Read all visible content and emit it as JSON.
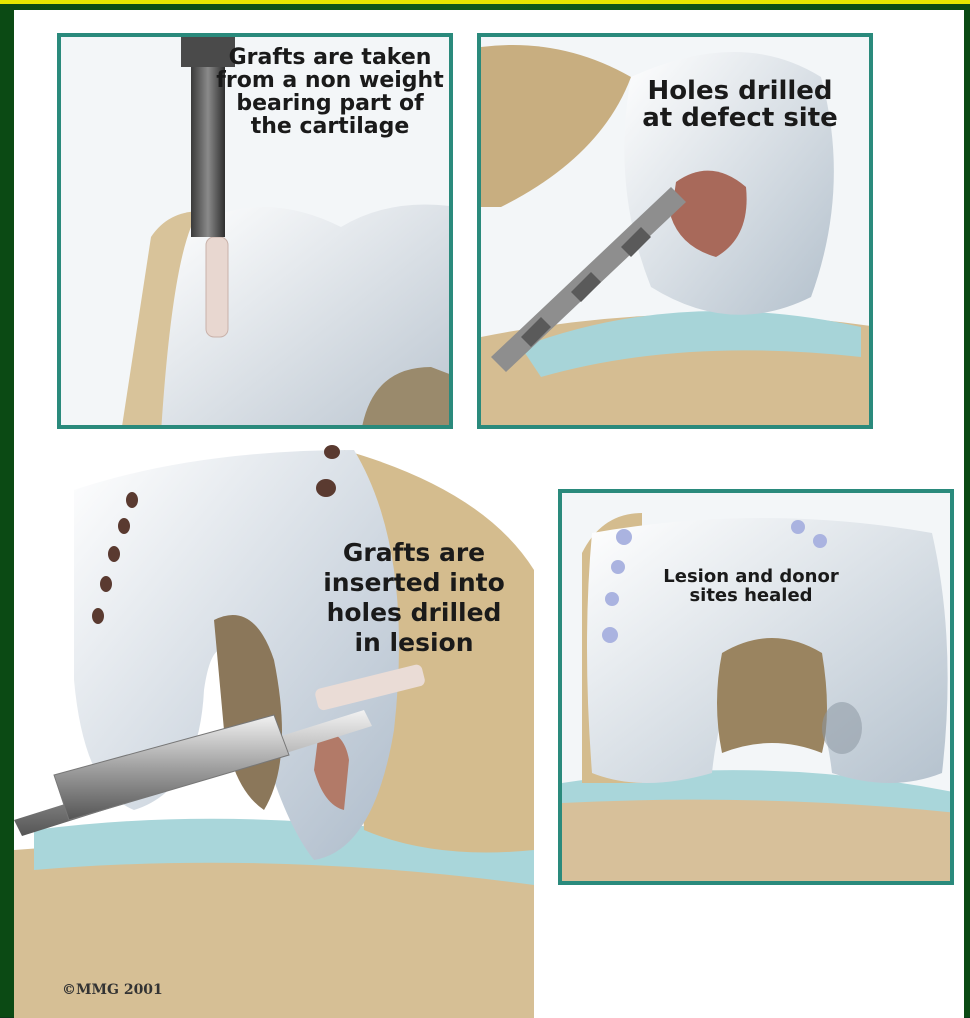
{
  "figure": {
    "frame_color": "#0f5a1c",
    "accent_color": "#e6e600",
    "panel_border_color": "#2a8a7c",
    "copyright": "©MMG 2001"
  },
  "panels": [
    {
      "caption": "Grafts are taken\nfrom a non weight\nbearing part of\nthe cartilage"
    },
    {
      "caption": "Holes drilled\nat defect site"
    },
    {
      "caption": "Grafts are\ninserted into\nholes drilled\nin lesion"
    },
    {
      "caption": "Lesion and donor\nsites healed"
    }
  ]
}
